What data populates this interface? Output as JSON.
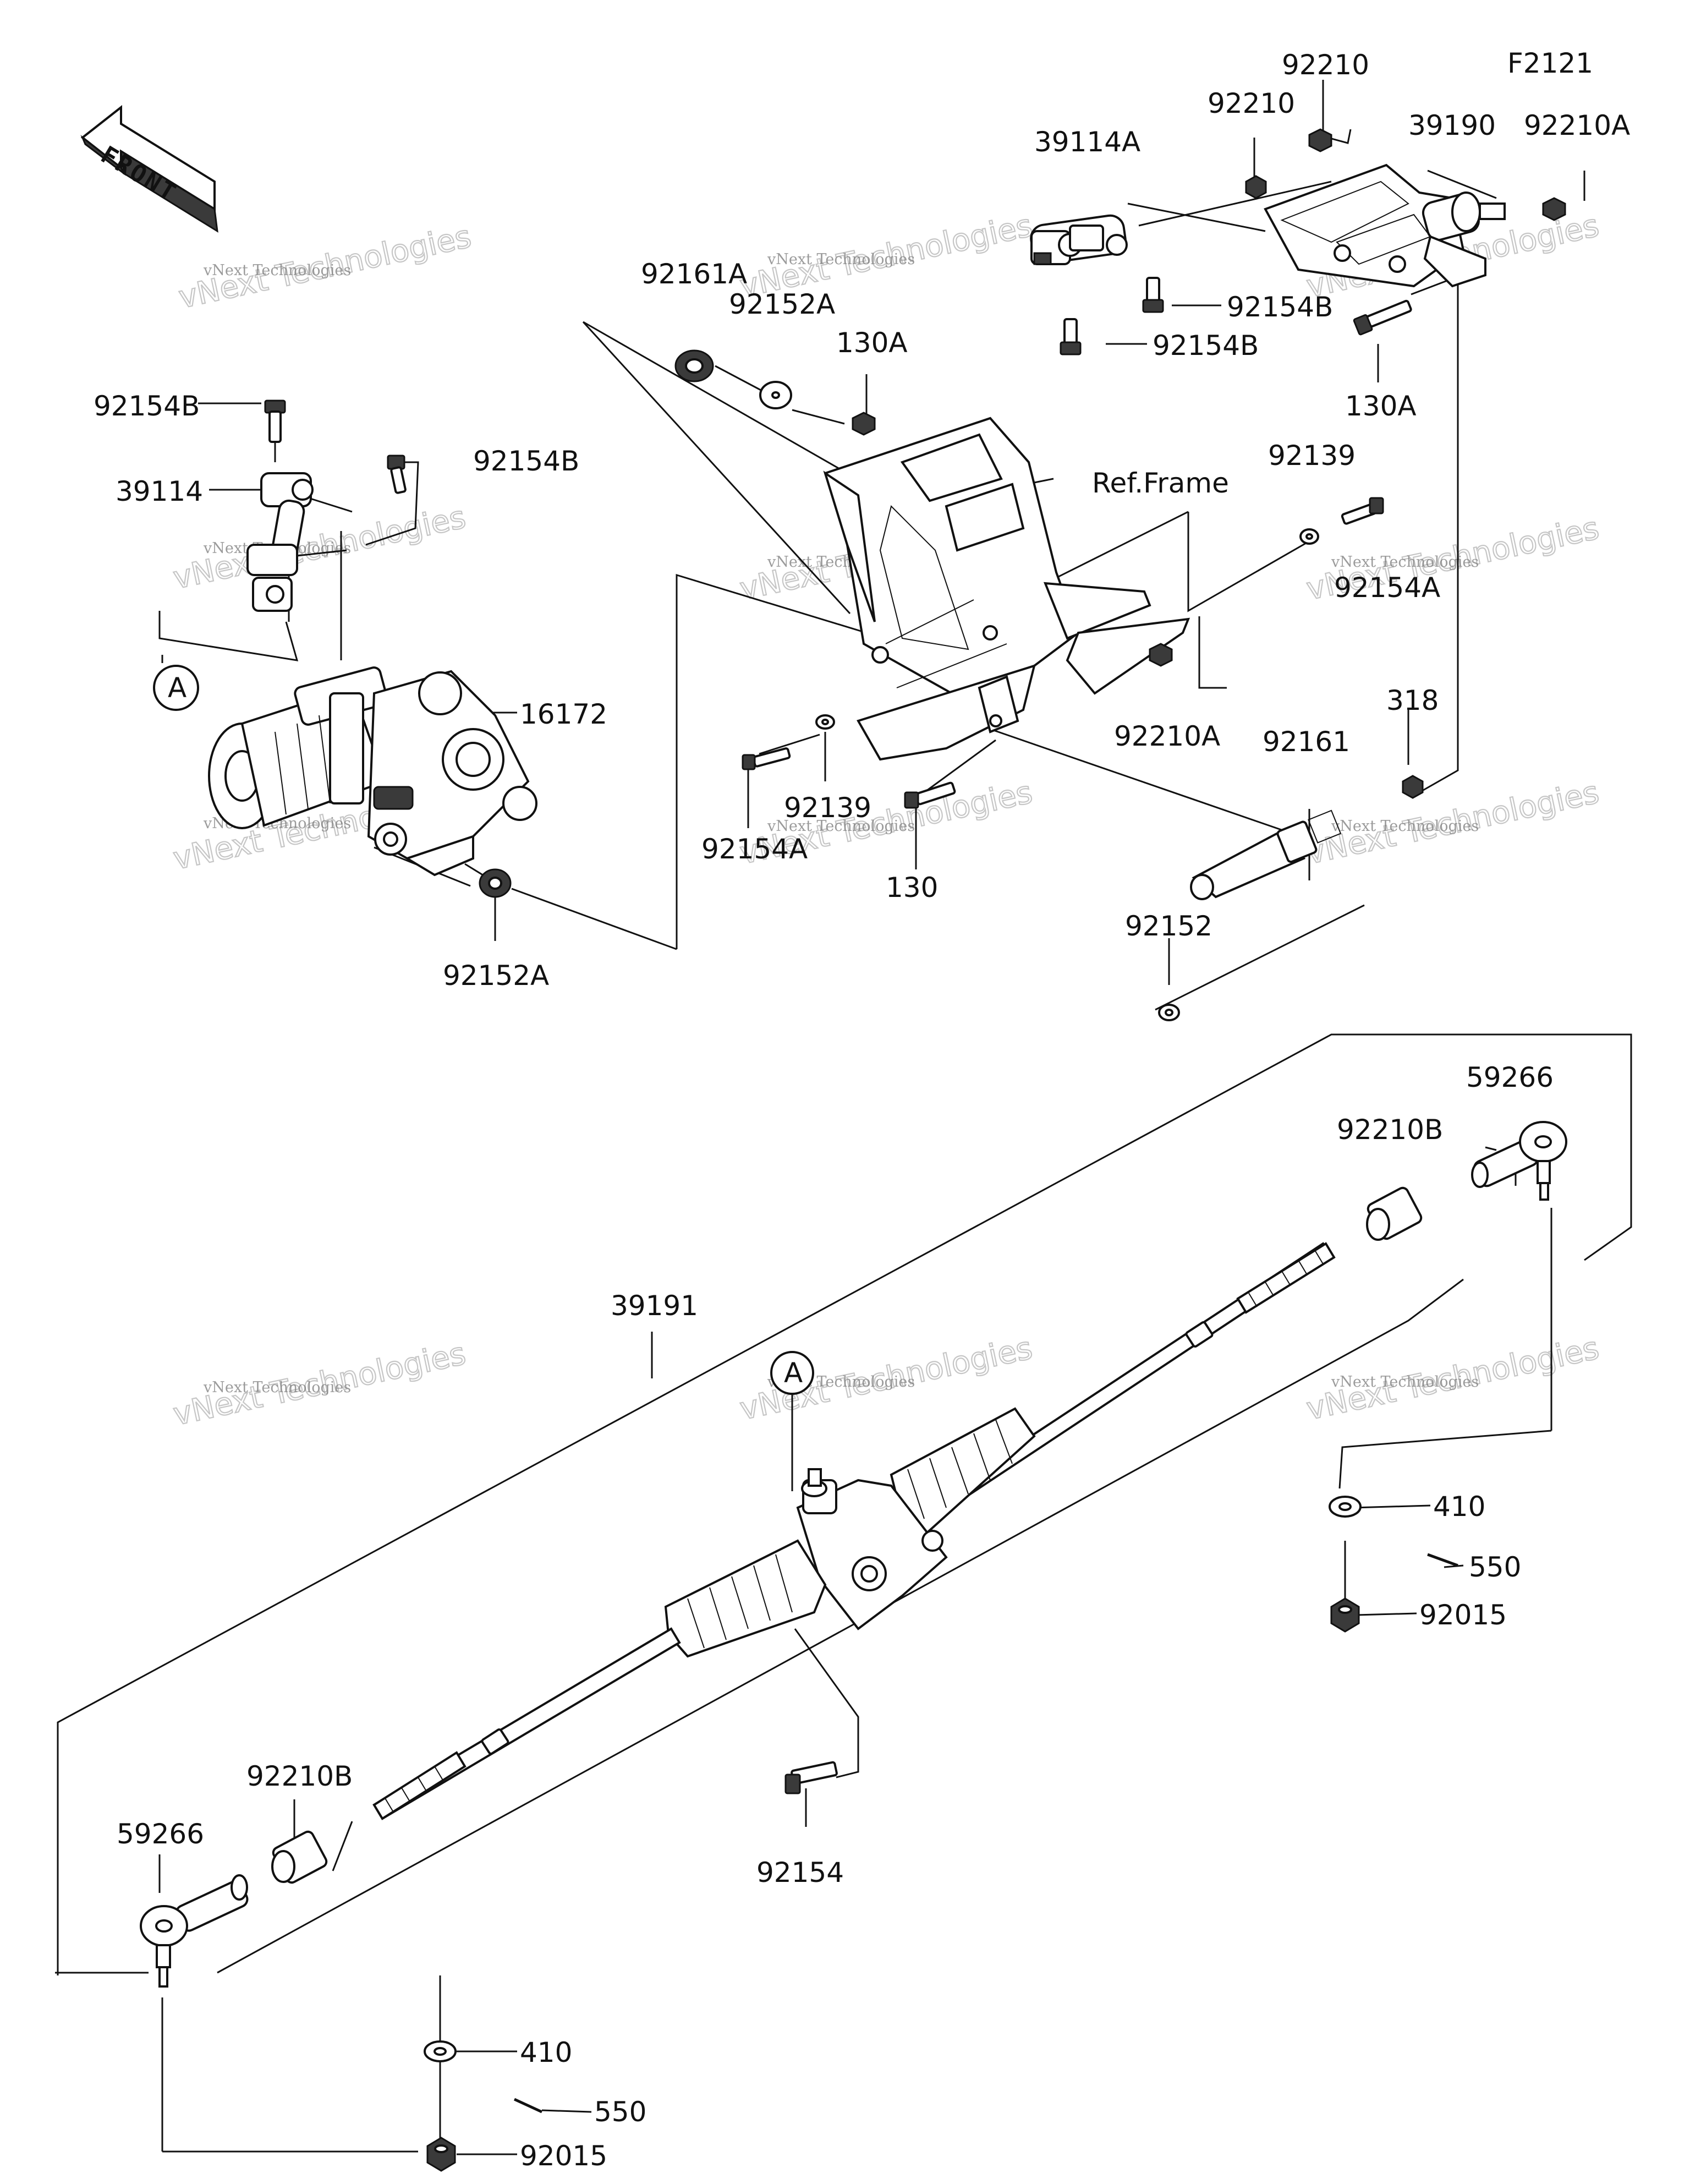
{
  "figure_code": "F2121",
  "front_arrow": {
    "text": "FRONT",
    "icon": "front-direction-arrow-icon"
  },
  "ref_frame": "Ref.Frame",
  "watermark": {
    "line1": "vNext Technologies",
    "line2": "vNext Technologies",
    "brand": "vNext"
  },
  "callout_a": "A",
  "labels": {
    "l_92210_top": "92210",
    "l_92210_mid": "92210",
    "l_39114A": "39114A",
    "l_39190": "39190",
    "l_92210A_top": "92210A",
    "l_92154B_r1": "92154B",
    "l_92154B_r2": "92154B",
    "l_130A_right": "130A",
    "l_92161A": "92161A",
    "l_92152A_top": "92152A",
    "l_130A_top": "130A",
    "l_92154B_left_top": "92154B",
    "l_92154B_left_mid": "92154B",
    "l_39114": "39114",
    "l_16172": "16172",
    "l_92152A_bottom": "92152A",
    "l_92139_right": "92139",
    "l_92154A_right": "92154A",
    "l_92210A_mid": "92210A",
    "l_318": "318",
    "l_92161": "92161",
    "l_92139_left": "92139",
    "l_92154A_left": "92154A",
    "l_130": "130",
    "l_92152": "92152",
    "l_59266_right": "59266",
    "l_92210B_right": "92210B",
    "l_39191": "39191",
    "l_410_right": "410",
    "l_550_right": "550",
    "l_92015_right": "92015",
    "l_92154": "92154",
    "l_92210B_left": "92210B",
    "l_59266_left": "59266",
    "l_410_left": "410",
    "l_550_left": "550",
    "l_92015_left": "92015"
  }
}
